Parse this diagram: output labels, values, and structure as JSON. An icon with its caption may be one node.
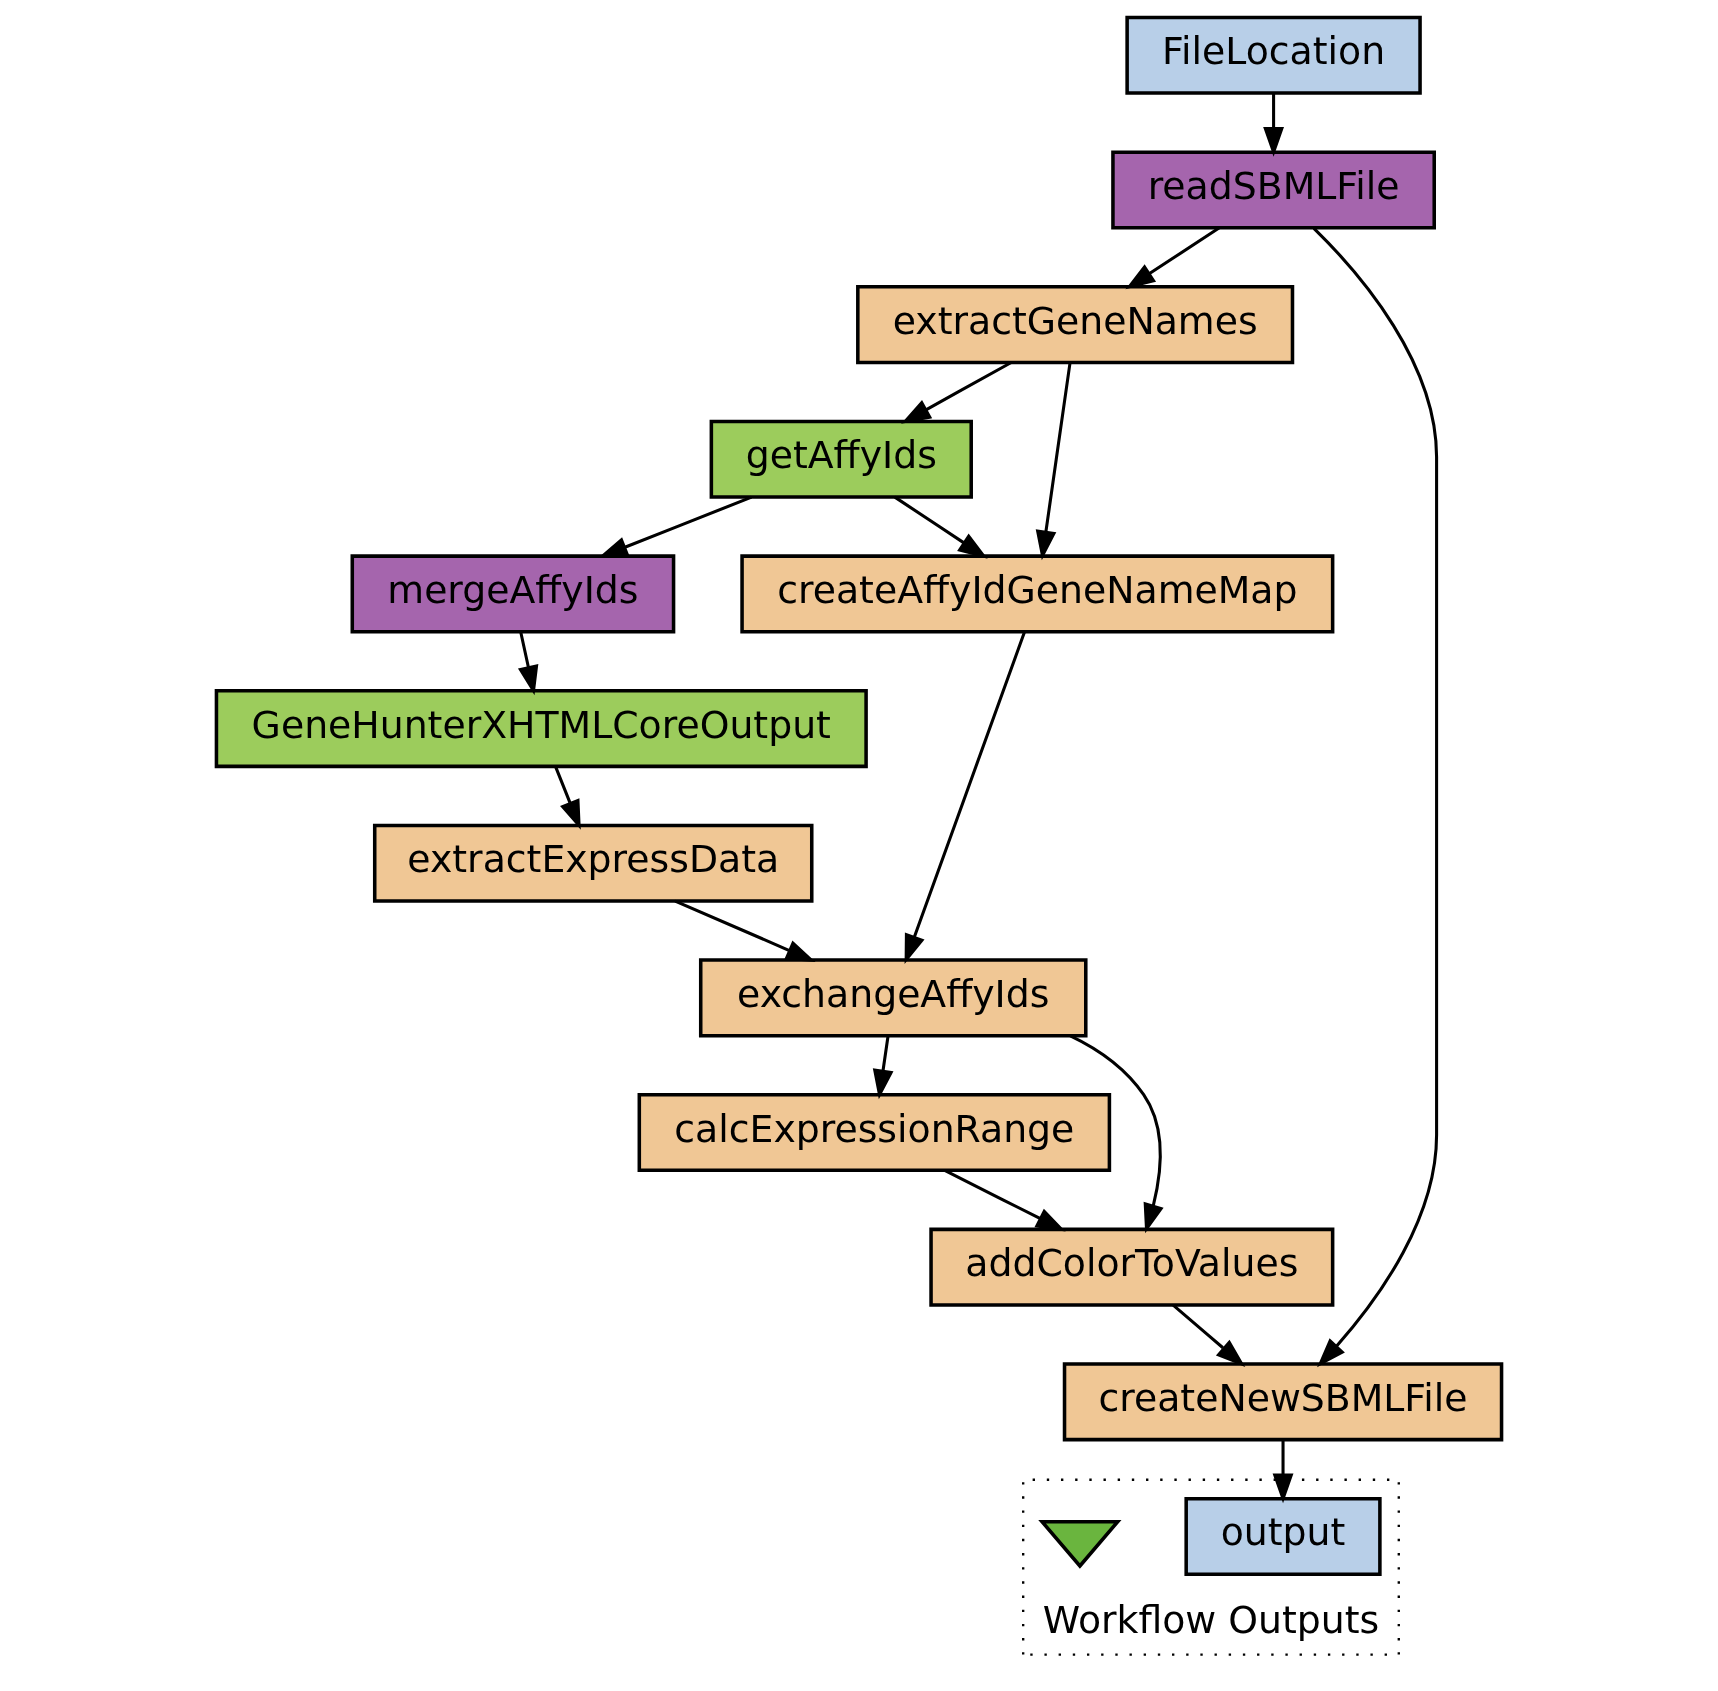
{
  "diagram": {
    "nodes": [
      {
        "text": [
          "FileLocation"
        ]
      },
      {
        "text": [
          "readSBMLFile"
        ]
      },
      {
        "text": [
          "extractGeneNames"
        ]
      },
      {
        "text": [
          "getAffyIds"
        ]
      },
      {
        "text": [
          "mergeAffyIds"
        ]
      },
      {
        "text": [
          "GeneHunterXHTMLCoreOutput"
        ]
      },
      {
        "text": [
          "extractExpressData"
        ]
      },
      {
        "text": [
          "createAffyIdGeneNameMap"
        ]
      },
      {
        "text": [
          "exchangeAffyIds"
        ]
      },
      {
        "text": [
          "calcExpressionRange"
        ]
      },
      {
        "text": [
          "addColorToValues"
        ]
      },
      {
        "text": [
          "createNewSBMLFile"
        ]
      },
      {
        "text": [
          "Workflow Outputs"
        ]
      },
      {
        "text": [
          "output"
        ],
        "in": 12
      },
      {
        "text": [],
        "shape": "triangle",
        "in": 12
      }
    ],
    "edges": [
      {
        "from": 0,
        "to": 1,
        "arrow": "to"
      },
      {
        "from": 1,
        "to": 2,
        "arrow": "to"
      },
      {
        "from": 1,
        "to": 11,
        "arrow": "to"
      },
      {
        "from": 2,
        "to": 3,
        "arrow": "to"
      },
      {
        "from": 2,
        "to": 7,
        "arrow": "to"
      },
      {
        "from": 3,
        "to": 4,
        "arrow": "to"
      },
      {
        "from": 3,
        "to": 7,
        "arrow": "to"
      },
      {
        "from": 4,
        "to": 5,
        "arrow": "to"
      },
      {
        "from": 5,
        "to": 6,
        "arrow": "to"
      },
      {
        "from": 6,
        "to": 8,
        "arrow": "to"
      },
      {
        "from": 7,
        "to": 8,
        "arrow": "to"
      },
      {
        "from": 8,
        "to": 9,
        "arrow": "to"
      },
      {
        "from": 8,
        "to": 10,
        "arrow": "to"
      },
      {
        "from": 9,
        "to": 10,
        "arrow": "to"
      },
      {
        "from": 10,
        "to": 11,
        "arrow": "to"
      },
      {
        "from": 11,
        "to": 13,
        "arrow": "to"
      }
    ]
  }
}
